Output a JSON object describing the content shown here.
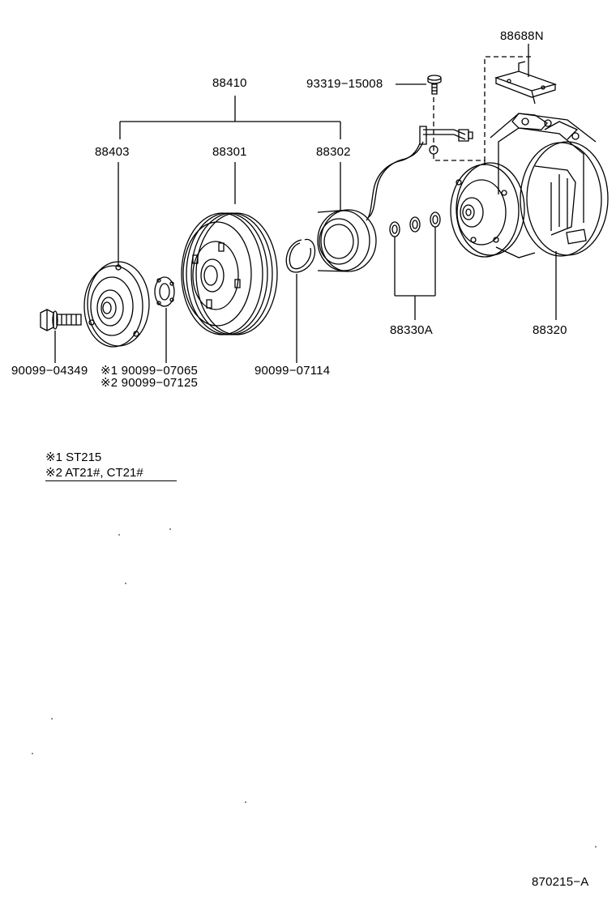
{
  "parts": {
    "p88410": "88410",
    "p88403": "88403",
    "p88301": "88301",
    "p88302": "88302",
    "p88688N": "88688N",
    "p93319": "93319−15008",
    "p88330A": "88330A",
    "p88320": "88320",
    "p90099_04349": "90099−04349",
    "p90099_07065": "※1 90099−07065",
    "p90099_07125": "※2 90099−07125",
    "p90099_07114": "90099−07114"
  },
  "notes": {
    "note1": "※1  ST215",
    "note2": "※2  AT21#, CT21#"
  },
  "figure_id": "870215−A"
}
